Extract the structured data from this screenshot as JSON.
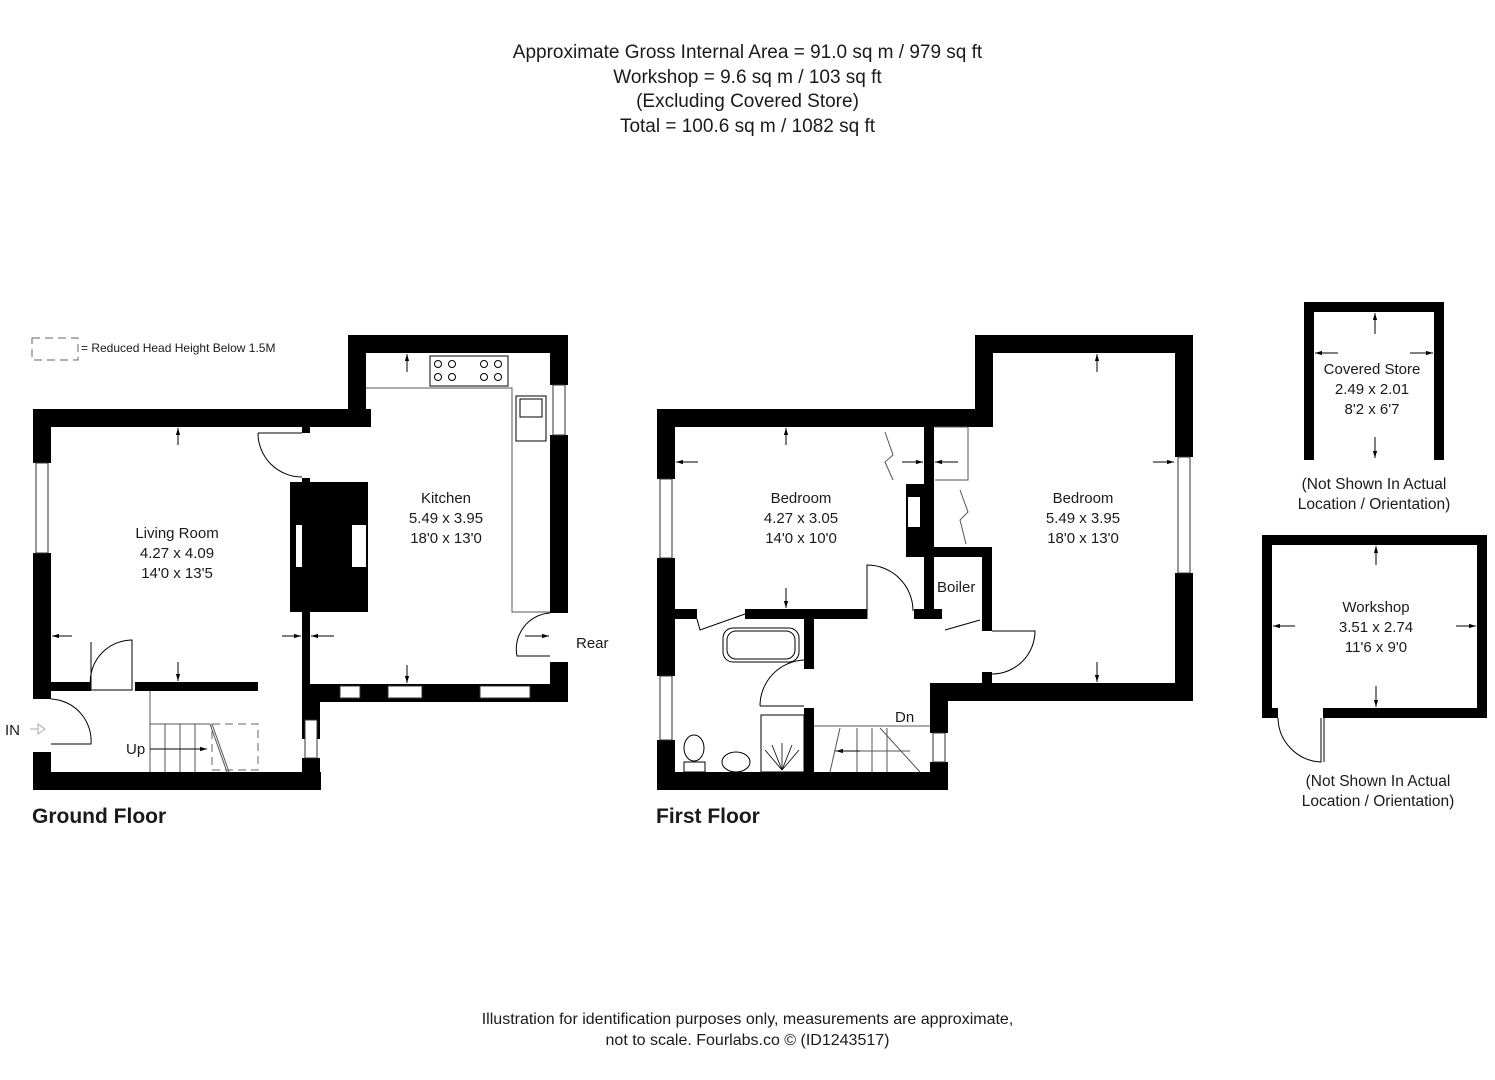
{
  "header": {
    "lines": [
      "Approximate Gross Internal Area = 91.0 sq m / 979 sq ft",
      "Workshop = 9.6 sq m / 103 sq ft",
      "(Excluding Covered Store)",
      "Total = 100.6 sq m / 1082 sq ft"
    ]
  },
  "legend": {
    "icon": "dashed-rectangle-icon",
    "text": "= Reduced Head Height Below 1.5M"
  },
  "ground_floor": {
    "title": "Ground Floor",
    "entrance_label": "IN",
    "rear_label": "Rear",
    "stairs_label": "Up",
    "rooms": [
      {
        "name": "Living Room",
        "metric": "4.27 x 4.09",
        "imperial": "14'0 x 13'5"
      },
      {
        "name": "Kitchen",
        "metric": "5.49 x 3.95",
        "imperial": "18'0 x 13'0"
      }
    ]
  },
  "first_floor": {
    "title": "First Floor",
    "stairs_label": "Dn",
    "boiler_label": "Boiler",
    "rooms": [
      {
        "name": "Bedroom",
        "metric": "4.27 x 3.05",
        "imperial": "14'0 x 10'0"
      },
      {
        "name": "Bedroom",
        "metric": "5.49 x 3.95",
        "imperial": "18'0 x 13'0"
      }
    ]
  },
  "outbuildings": [
    {
      "name": "Covered Store",
      "metric": "2.49 x 2.01",
      "imperial": "8'2 x 6'7",
      "note_line1": "(Not Shown In Actual",
      "note_line2": "Location / Orientation)"
    },
    {
      "name": "Workshop",
      "metric": "3.51 x 2.74",
      "imperial": "11'6 x 9'0",
      "note_line1": "(Not Shown In Actual",
      "note_line2": "Location / Orientation)"
    }
  ],
  "footer": {
    "line1": "Illustration for identification purposes only, measurements are approximate,",
    "line2": "not to scale. Fourlabs.co © (ID1243517)"
  }
}
